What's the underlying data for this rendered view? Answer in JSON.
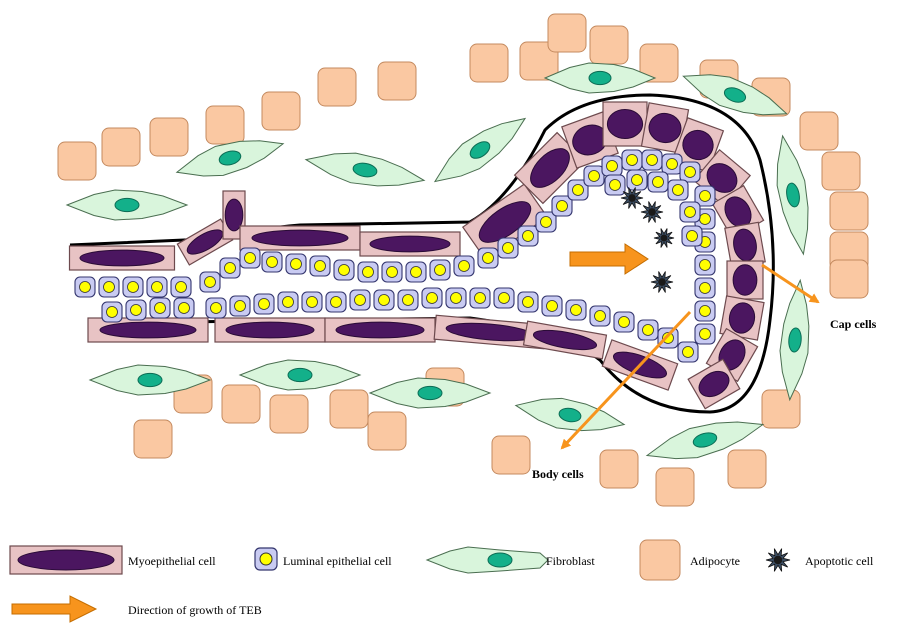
{
  "labels": {
    "cap_cells": "Cap cells",
    "body_cells": "Body cells"
  },
  "legend": {
    "myoepithelial": "Myoepithelial cell",
    "luminal": "Luminal epithelial  cell",
    "fibroblast": "Fibroblast",
    "adipocyte": "Adipocyte",
    "apoptotic": "Apoptotic cell",
    "direction": "Direction of growth of TEB"
  },
  "colors": {
    "myo_fill": "#e8c3c4",
    "myo_nucleus": "#4b1660",
    "luminal_fill": "#c9cbf2",
    "luminal_nucleus": "#ffff00",
    "fibroblast_fill": "#d9f5dc",
    "fibroblast_nucleus": "#13b08a",
    "adipocyte_fill": "#fac8a2",
    "adipocyte_stroke": "#c48a5f",
    "arrow": "#f7941d"
  }
}
